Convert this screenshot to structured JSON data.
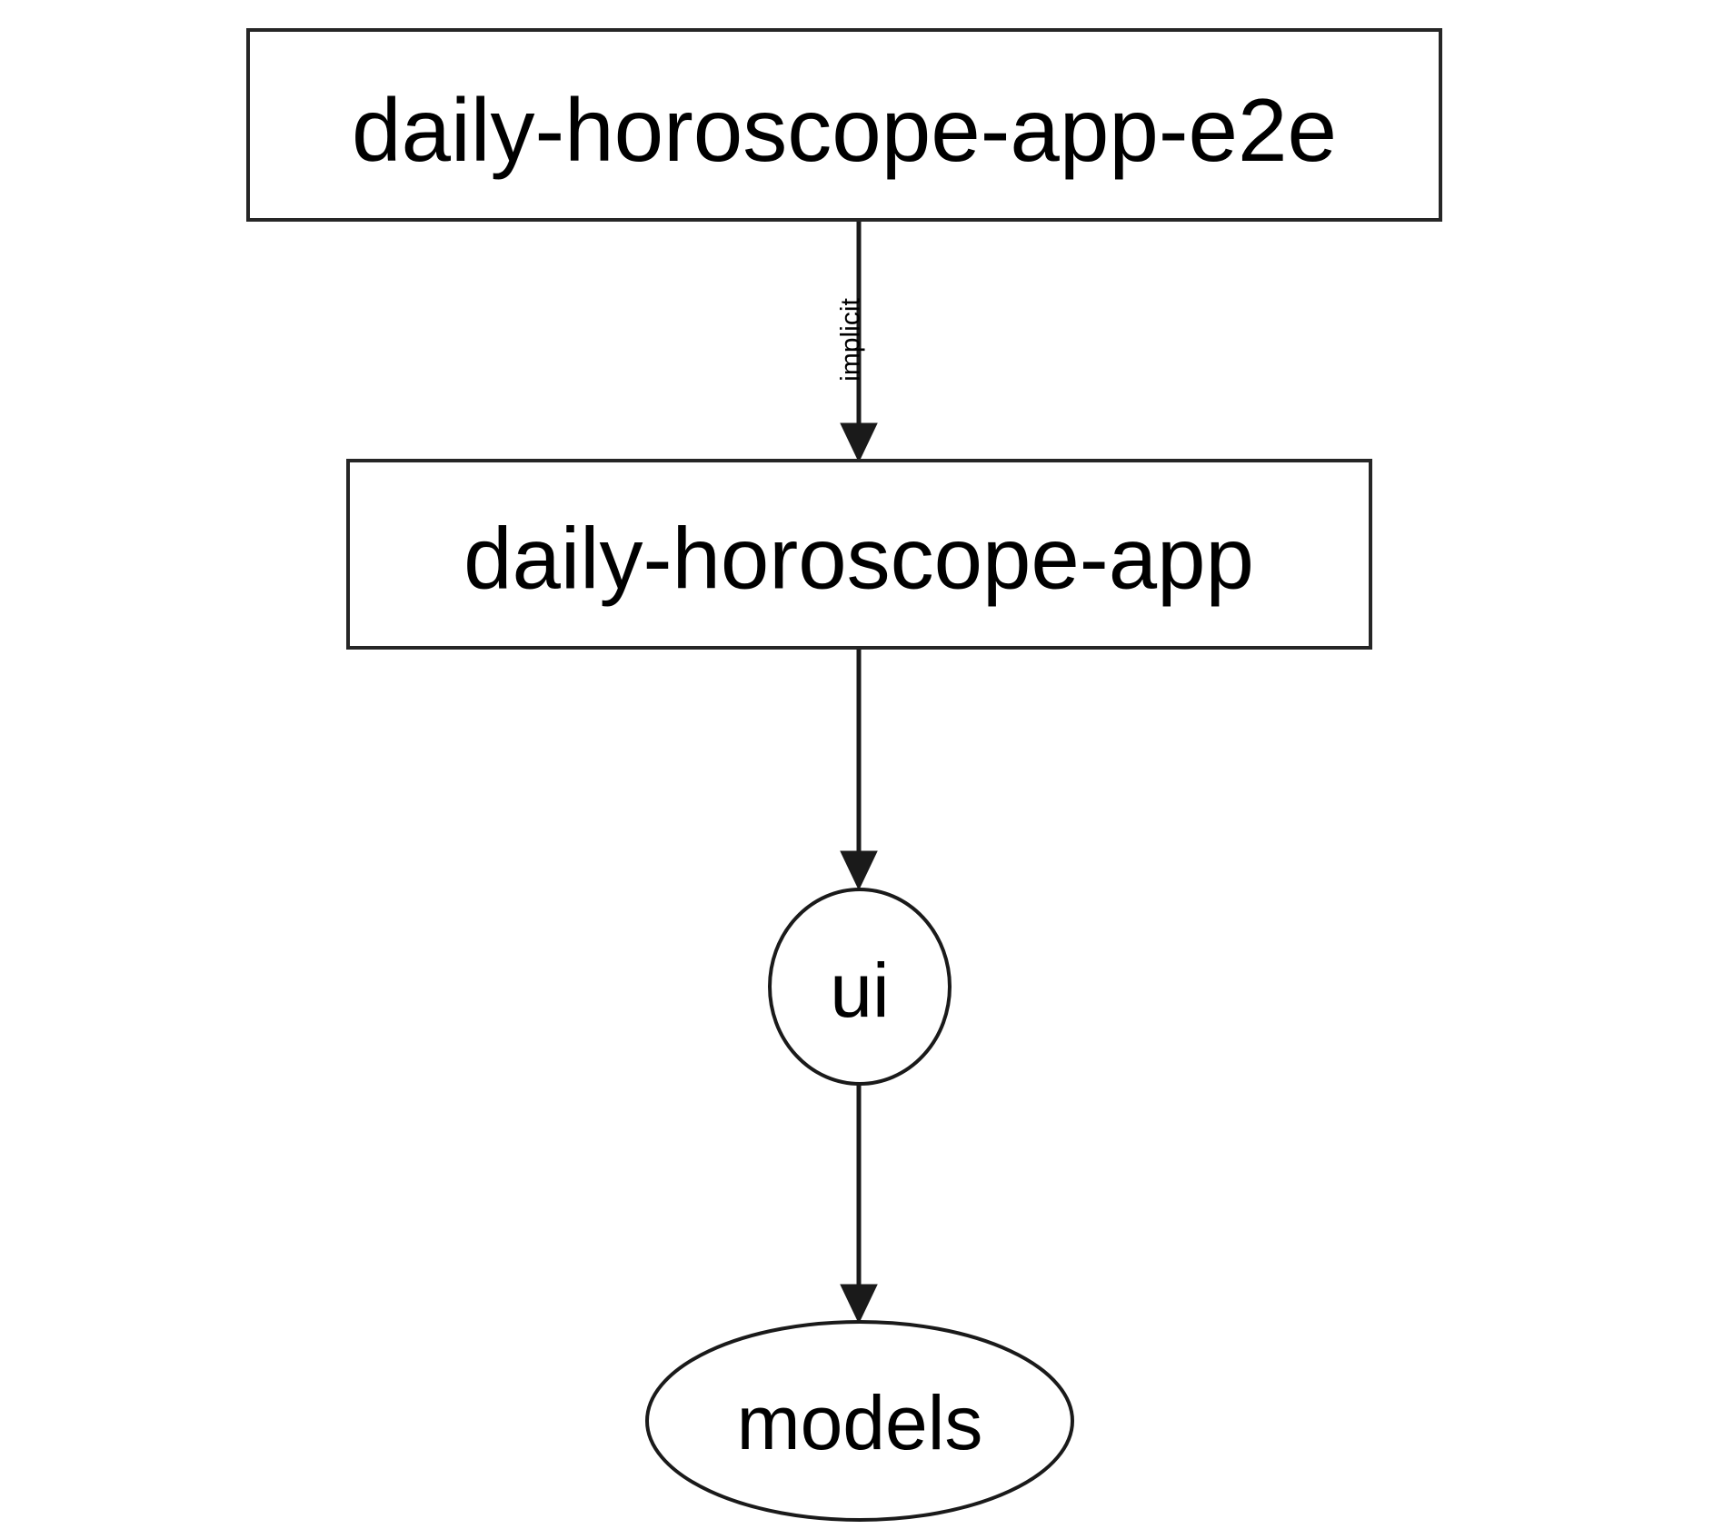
{
  "diagram": {
    "type": "directed-dependency-graph",
    "background_color": "#ffffff",
    "stroke_color": "#1a1a1a",
    "text_color": "#000000",
    "nodes": [
      {
        "id": "daily-horoscope-app-e2e",
        "label": "daily-horoscope-app-e2e",
        "shape": "rectangle"
      },
      {
        "id": "daily-horoscope-app",
        "label": "daily-horoscope-app",
        "shape": "rectangle"
      },
      {
        "id": "ui",
        "label": "ui",
        "shape": "ellipse"
      },
      {
        "id": "models",
        "label": "models",
        "shape": "ellipse"
      }
    ],
    "edges": [
      {
        "from": "daily-horoscope-app-e2e",
        "to": "daily-horoscope-app",
        "label": "implicit",
        "label_orientation": "vertical"
      },
      {
        "from": "daily-horoscope-app",
        "to": "ui",
        "label": ""
      },
      {
        "from": "ui",
        "to": "models",
        "label": ""
      }
    ]
  }
}
